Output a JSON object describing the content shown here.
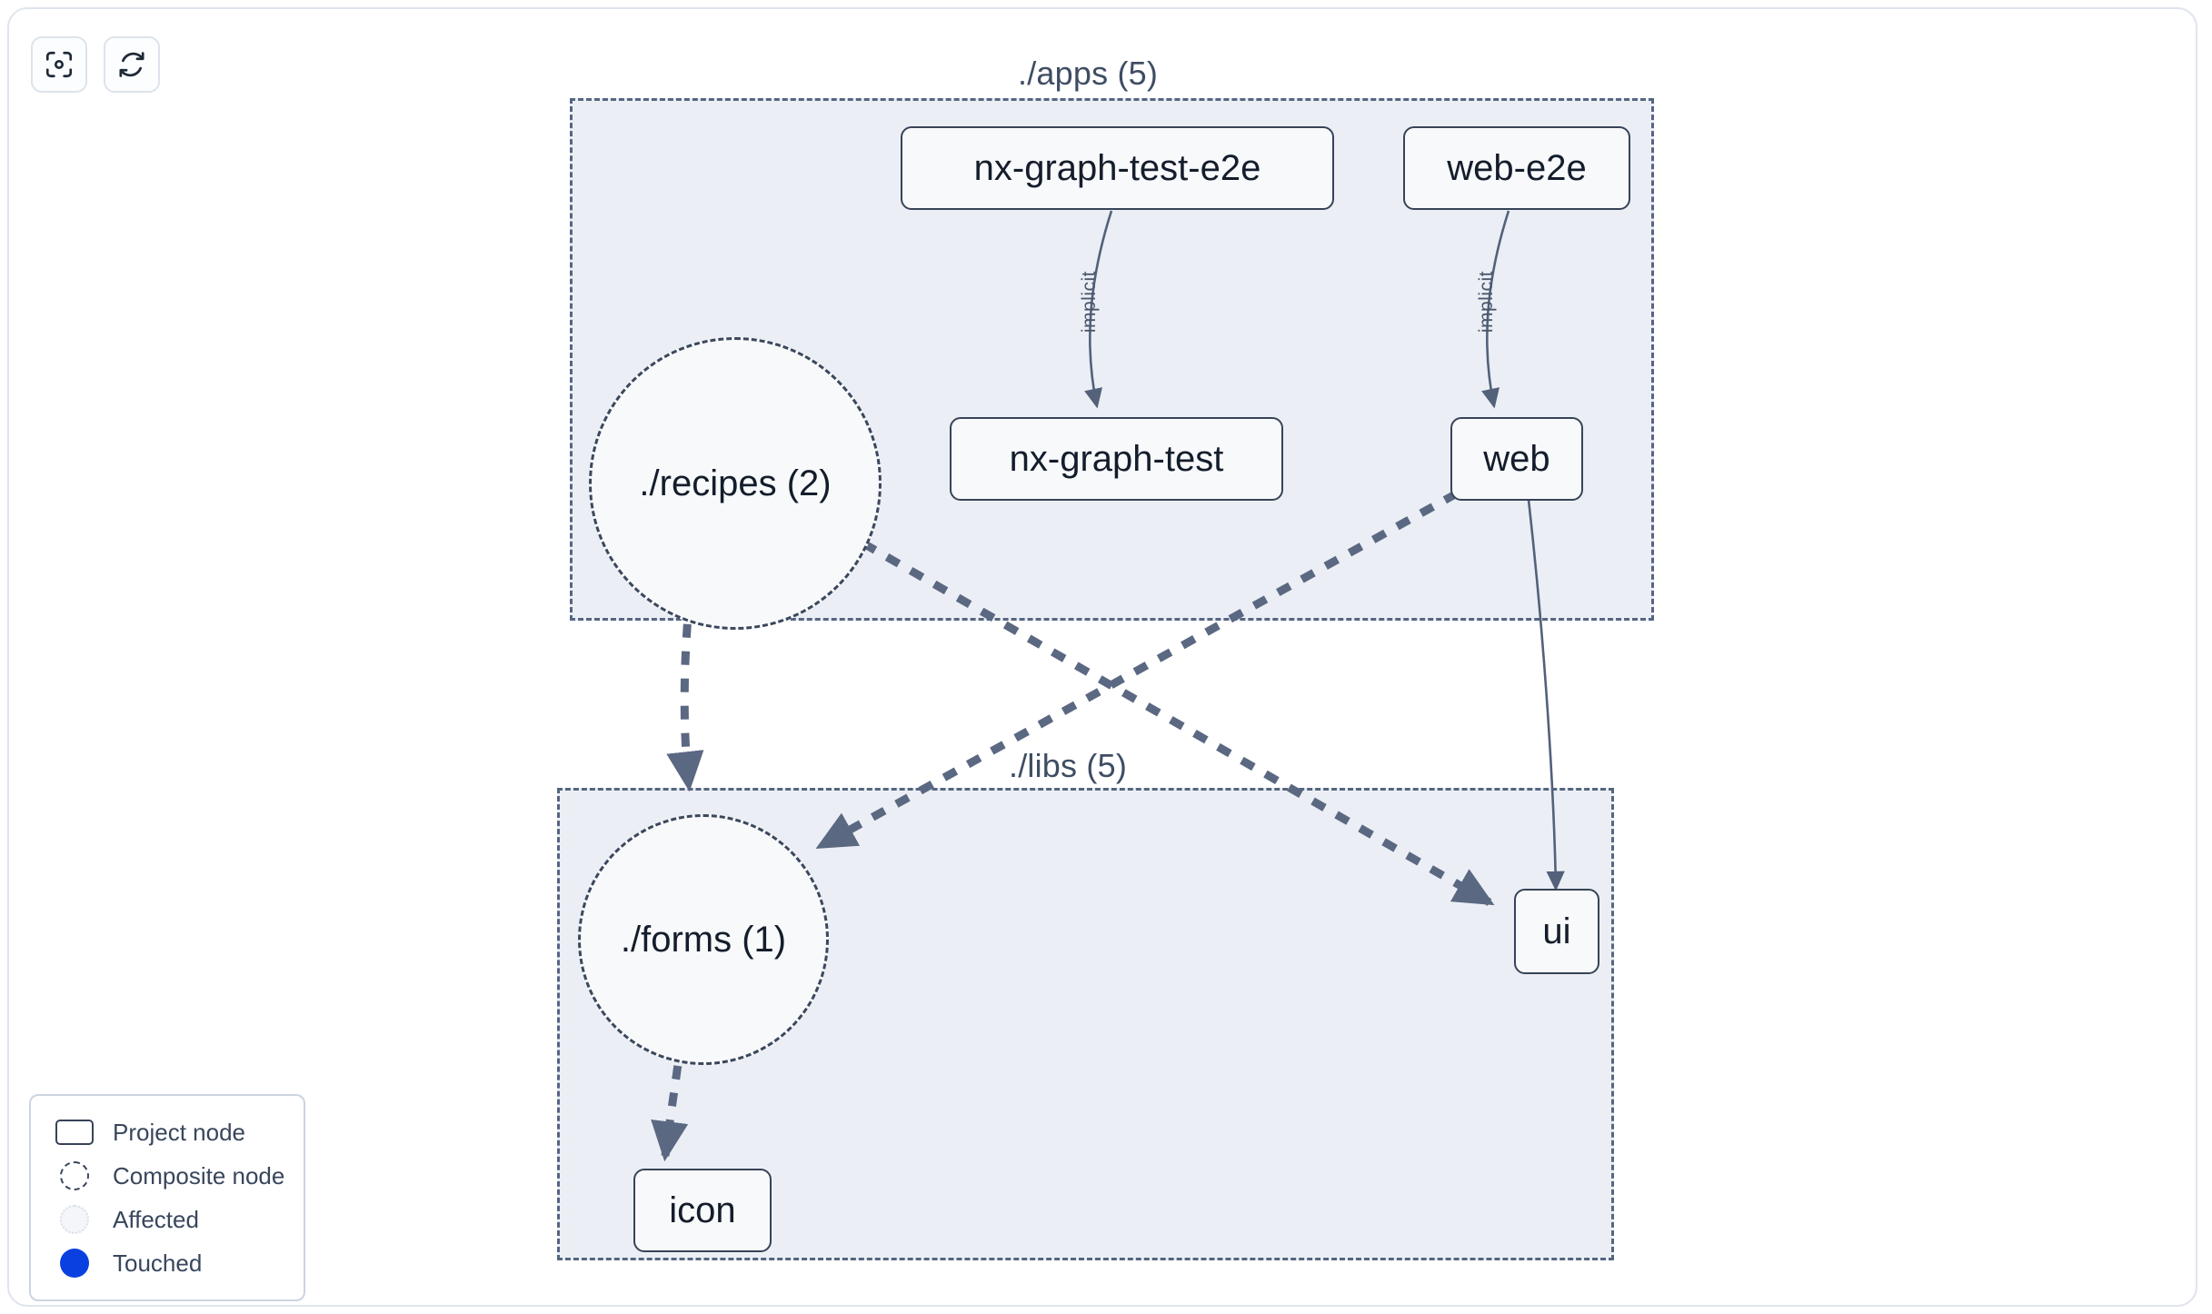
{
  "toolbar": {
    "buttons": [
      {
        "name": "focus-graph-button",
        "icon": "focus-target-icon",
        "label": ""
      },
      {
        "name": "refresh-graph-button",
        "icon": "refresh-icon",
        "label": ""
      }
    ]
  },
  "graph": {
    "groups": [
      {
        "id": "apps",
        "label": "./apps (5)"
      },
      {
        "id": "libs",
        "label": "./libs (5)"
      }
    ],
    "nodes": [
      {
        "id": "nx-graph-test-e2e",
        "label": "nx-graph-test-e2e",
        "type": "project"
      },
      {
        "id": "web-e2e",
        "label": "web-e2e",
        "type": "project"
      },
      {
        "id": "nx-graph-test",
        "label": "nx-graph-test",
        "type": "project"
      },
      {
        "id": "web",
        "label": "web",
        "type": "project"
      },
      {
        "id": "recipes",
        "label": "./recipes (2)",
        "type": "composite"
      },
      {
        "id": "forms",
        "label": "./forms (1)",
        "type": "composite"
      },
      {
        "id": "ui",
        "label": "ui",
        "type": "project"
      },
      {
        "id": "icon",
        "label": "icon",
        "type": "project"
      }
    ],
    "edges": [
      {
        "from": "nx-graph-test-e2e",
        "to": "nx-graph-test",
        "label": "implicit",
        "style": "solid"
      },
      {
        "from": "web-e2e",
        "to": "web",
        "label": "implicit",
        "style": "solid"
      },
      {
        "from": "recipes",
        "to": "forms",
        "label": "",
        "style": "dashed"
      },
      {
        "from": "recipes",
        "to": "ui",
        "label": "",
        "style": "dashed"
      },
      {
        "from": "web",
        "to": "forms",
        "label": "",
        "style": "dashed"
      },
      {
        "from": "web",
        "to": "ui",
        "label": "",
        "style": "solid"
      },
      {
        "from": "forms",
        "to": "icon",
        "label": "",
        "style": "dashed"
      }
    ],
    "edge_labels": {
      "implicit_1": "implicit",
      "implicit_2": "implicit"
    }
  },
  "legend": {
    "items": [
      {
        "swatch": "project-node-swatch",
        "label": "Project node"
      },
      {
        "swatch": "composite-node-swatch",
        "label": "Composite node"
      },
      {
        "swatch": "affected-swatch",
        "label": "Affected"
      },
      {
        "swatch": "touched-swatch",
        "label": "Touched"
      }
    ]
  },
  "colors": {
    "group_fill": "#ebeff5",
    "group_border": "#566580",
    "node_fill": "#f8f9fb",
    "node_border": "#374357",
    "edge": "#53617a",
    "text": "#141d2b",
    "touched": "#0b40e0"
  }
}
